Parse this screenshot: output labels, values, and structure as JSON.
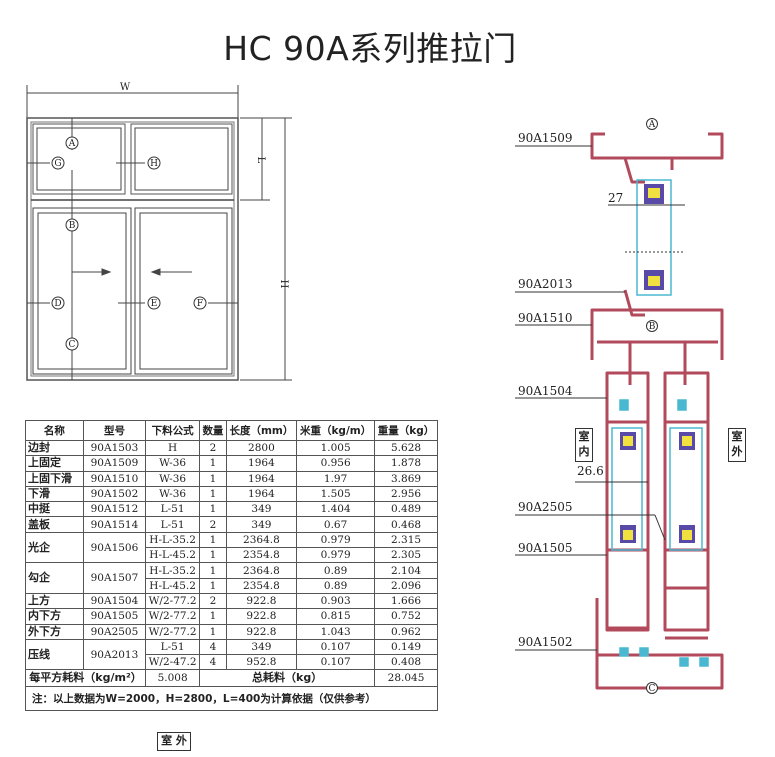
{
  "title": "HC 90A系列推拉门",
  "elevation": {
    "dim_w": "W",
    "dim_h": "H",
    "dim_l": "L",
    "markers": {
      "a": "A",
      "b": "B",
      "c": "C",
      "d": "D",
      "e": "E",
      "f": "F",
      "g": "G",
      "h": "H"
    }
  },
  "section": {
    "labels": [
      "90A1509",
      "90A2013",
      "90A1510",
      "90A1504",
      "90A2505",
      "90A1505",
      "90A1502"
    ],
    "dim_27": "27",
    "dim_26_6": "26.6",
    "indoor": "室内",
    "outdoor": "室外",
    "marker_a": "A",
    "marker_b": "B",
    "marker_c": "C"
  },
  "table": {
    "headers": [
      "名称",
      "型号",
      "下料公式",
      "数量",
      "长度（mm）",
      "米重（kg/m）",
      "重量（kg）"
    ],
    "parts": [
      {
        "name": "边封",
        "model": "90A1503",
        "cuts": [
          {
            "formula": "H",
            "qty": "2",
            "length": "2800",
            "unit_weight": "1.005",
            "weight": "5.628"
          }
        ]
      },
      {
        "name": "上固定",
        "model": "90A1509",
        "cuts": [
          {
            "formula": "W-36",
            "qty": "1",
            "length": "1964",
            "unit_weight": "0.956",
            "weight": "1.878"
          }
        ]
      },
      {
        "name": "上固下滑",
        "model": "90A1510",
        "cuts": [
          {
            "formula": "W-36",
            "qty": "1",
            "length": "1964",
            "unit_weight": "1.97",
            "weight": "3.869"
          }
        ]
      },
      {
        "name": "下滑",
        "model": "90A1502",
        "cuts": [
          {
            "formula": "W-36",
            "qty": "1",
            "length": "1964",
            "unit_weight": "1.505",
            "weight": "2.956"
          }
        ]
      },
      {
        "name": "中挺",
        "model": "90A1512",
        "cuts": [
          {
            "formula": "L-51",
            "qty": "1",
            "length": "349",
            "unit_weight": "1.404",
            "weight": "0.489"
          }
        ]
      },
      {
        "name": "盖板",
        "model": "90A1514",
        "cuts": [
          {
            "formula": "L-51",
            "qty": "2",
            "length": "349",
            "unit_weight": "0.67",
            "weight": "0.468"
          }
        ]
      },
      {
        "name": "光企",
        "model": "90A1506",
        "cuts": [
          {
            "formula": "H-L-35.2",
            "qty": "1",
            "length": "2364.8",
            "unit_weight": "0.979",
            "weight": "2.315"
          },
          {
            "formula": "H-L-45.2",
            "qty": "1",
            "length": "2354.8",
            "unit_weight": "0.979",
            "weight": "2.305"
          }
        ]
      },
      {
        "name": "勾企",
        "model": "90A1507",
        "cuts": [
          {
            "formula": "H-L-35.2",
            "qty": "1",
            "length": "2364.8",
            "unit_weight": "0.89",
            "weight": "2.104"
          },
          {
            "formula": "H-L-45.2",
            "qty": "1",
            "length": "2354.8",
            "unit_weight": "0.89",
            "weight": "2.096"
          }
        ]
      },
      {
        "name": "上方",
        "model": "90A1504",
        "cuts": [
          {
            "formula": "W/2-77.2",
            "qty": "2",
            "length": "922.8",
            "unit_weight": "0.903",
            "weight": "1.666"
          }
        ]
      },
      {
        "name": "内下方",
        "model": "90A1505",
        "cuts": [
          {
            "formula": "W/2-77.2",
            "qty": "1",
            "length": "922.8",
            "unit_weight": "0.815",
            "weight": "0.752"
          }
        ]
      },
      {
        "name": "外下方",
        "model": "90A2505",
        "cuts": [
          {
            "formula": "W/2-77.2",
            "qty": "1",
            "length": "922.8",
            "unit_weight": "1.043",
            "weight": "0.962"
          }
        ]
      },
      {
        "name": "压线",
        "model": "90A2013",
        "cuts": [
          {
            "formula": "L-51",
            "qty": "4",
            "length": "349",
            "unit_weight": "0.107",
            "weight": "0.149"
          },
          {
            "formula": "W/2-47.2",
            "qty": "4",
            "length": "952.8",
            "unit_weight": "0.107",
            "weight": "0.408"
          }
        ]
      }
    ],
    "per_sqm_label": "每平方耗料（kg/m²）",
    "per_sqm_value": "5.008",
    "total_label": "总耗料（kg）",
    "total_value": "28.045",
    "note": "注：以上数据为W=2000，H=2800，L=400为计算依据（仅供参考）"
  },
  "bottom_label": "室 外",
  "colors": {
    "profile": "#b24a5c",
    "glass": "#4ab8d0",
    "gasket": "#5a4aa8",
    "desiccant": "#f0e040",
    "line": "#333333"
  }
}
